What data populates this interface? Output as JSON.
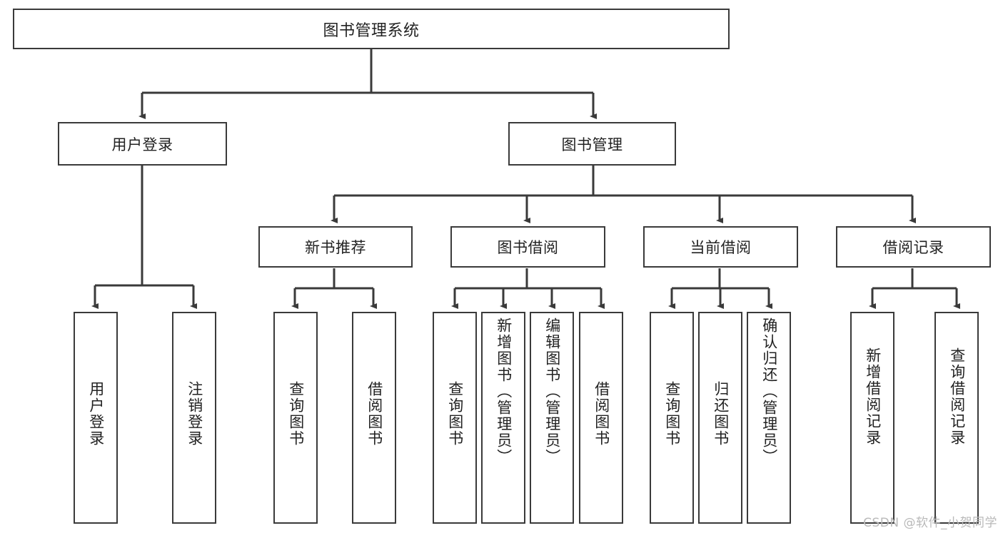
{
  "diagram": {
    "title": "图书管理系统",
    "type": "tree",
    "root": {
      "label": "图书管理系统"
    },
    "level2": [
      {
        "label": "用户登录"
      },
      {
        "label": "图书管理"
      }
    ],
    "level3": [
      {
        "label": "新书推荐"
      },
      {
        "label": "图书借阅"
      },
      {
        "label": "当前借阅"
      },
      {
        "label": "借阅记录"
      }
    ],
    "leaves": {
      "user_login": [
        {
          "label": "用户登录"
        },
        {
          "label": "注销登录"
        }
      ],
      "new_book_recommend": [
        {
          "label": "查询图书"
        },
        {
          "label": "借阅图书"
        }
      ],
      "book_borrow": [
        {
          "label": "查询图书"
        },
        {
          "label": "新增图书（管理员）"
        },
        {
          "label": "编辑图书（管理员）"
        },
        {
          "label": "借阅图书"
        }
      ],
      "current_borrow": [
        {
          "label": "查询图书"
        },
        {
          "label": "归还图书"
        },
        {
          "label": "确认归还（管理员）"
        }
      ],
      "borrow_record": [
        {
          "label": "新增借阅记录"
        },
        {
          "label": "查询借阅记录"
        }
      ]
    }
  },
  "watermark": {
    "text": "CSDN @软件_小贺同学"
  },
  "colors": {
    "stroke": "#3a3a3a",
    "text": "#222222",
    "background": "#ffffff",
    "watermark": "#b9b9b9"
  }
}
